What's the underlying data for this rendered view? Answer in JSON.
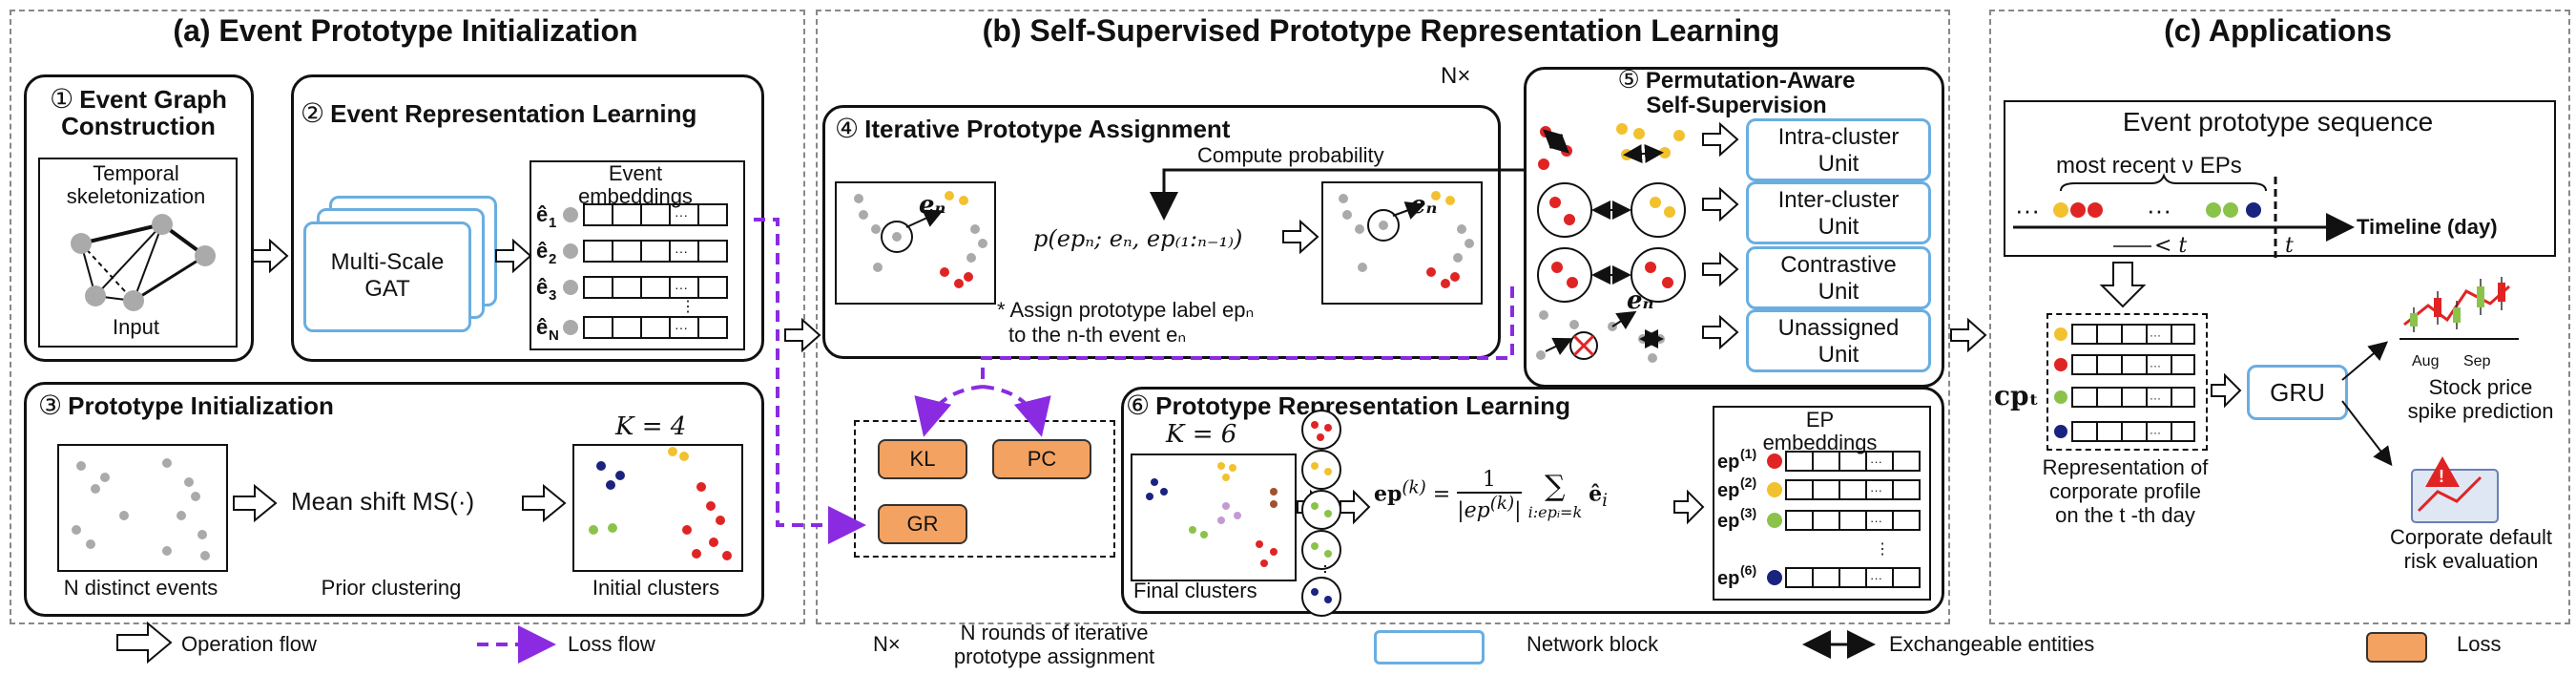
{
  "sections": {
    "a_title": "(a) Event Prototype Initialization",
    "b_title": "(b) Self-Supervised Prototype Representation Learning",
    "c_title": "(c) Applications"
  },
  "box1": {
    "num": "①",
    "title_line1": "Event Graph",
    "title_line2": "Construction",
    "label_top_1": "Temporal",
    "label_top_2": "skeletonization",
    "label_bottom": "Input"
  },
  "box2": {
    "num": "②",
    "title": "Event Representation Learning",
    "net_line1": "Multi-Scale",
    "net_line2": "GAT",
    "emb_title_1": "Event",
    "emb_title_2": "embeddings",
    "rows": [
      "ê₁",
      "ê₂",
      "ê₃",
      "⋮",
      "ê_N"
    ]
  },
  "box3": {
    "num": "③",
    "title": "Prototype Initialization",
    "k_label": "K = 4",
    "mean_shift": "Mean shift MS(·)",
    "cap_left": "N distinct events",
    "cap_mid": "Prior clustering",
    "cap_right": "Initial clusters"
  },
  "box4": {
    "num": "④",
    "title": "Iterative Prototype Assignment",
    "compute": "Compute probability",
    "formula": "p(epₙ; eₙ, ep₍₁:ₙ₋₁₎)",
    "en": "eₙ",
    "note_1": "* Assign prototype label epₙ",
    "note_2": "to the n-th event eₙ"
  },
  "nx": "N×",
  "box5": {
    "num": "⑤",
    "title_1": "Permutation-Aware",
    "title_2": "Self-Supervision",
    "units": [
      [
        "Intra-cluster",
        "Unit"
      ],
      [
        "Inter-cluster",
        "Unit"
      ],
      [
        "Contrastive",
        "Unit"
      ],
      [
        "Unassigned",
        "Unit"
      ]
    ],
    "en": "eₙ"
  },
  "losses": [
    "KL",
    "PC",
    "GR"
  ],
  "box6": {
    "num": "⑥",
    "title": "Prototype Representation Learning",
    "k_label": "K = 6",
    "final": "Final clusters",
    "formula": "ep⁽ᵏ⁾ = (1/|ep⁽ᵏ⁾|) Σ êᵢ",
    "emb_title_1": "EP",
    "emb_title_2": "embeddings",
    "rows": [
      "ep⁽¹⁾",
      "ep⁽²⁾",
      "ep⁽³⁾",
      "⋮",
      "ep⁽⁶⁾"
    ]
  },
  "appc": {
    "seq_title": "Event  prototype sequence",
    "recent": "most recent  ν  EPs",
    "timeline": "Timeline (day)",
    "lt": "< t",
    "t": "t",
    "cp": "cpₜ",
    "gru": "GRU",
    "rep_1": "Representation of",
    "rep_2": "corporate profile",
    "rep_3": "on the  t -th day",
    "stock_1": "Stock price",
    "stock_2": "spike prediction",
    "aug": "Aug",
    "sep": "Sep",
    "default_1": "Corporate default",
    "default_2": "risk evaluation",
    "dots": "···"
  },
  "legend": {
    "op": "Operation flow",
    "loss": "Loss flow",
    "nx": "N×",
    "nx_desc_1": "N rounds of iterative",
    "nx_desc_2": "prototype assignment",
    "net": "Network block",
    "exch": "Exchangeable entities",
    "lossbox": "Loss"
  },
  "colors": {
    "blue_net": "#6aaee0",
    "loss_fill": "#f4a261",
    "purple": "#8a2be2",
    "red": "#e02424",
    "yellow": "#f2c12e",
    "green": "#8bc34a",
    "navy": "#1a237e",
    "gray": "#aaaaaa"
  }
}
